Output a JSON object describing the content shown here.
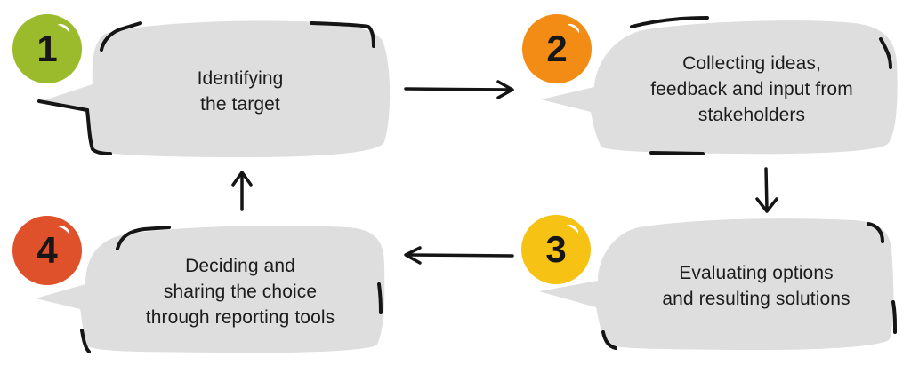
{
  "steps": [
    {
      "number": "1",
      "color": "#9bba2c",
      "lines": [
        "Identifying",
        "the target"
      ]
    },
    {
      "number": "2",
      "color": "#f28c14",
      "lines": [
        "Collecting ideas,",
        "feedback and input from",
        "stakeholders"
      ]
    },
    {
      "number": "3",
      "color": "#f6c214",
      "lines": [
        "Evaluating options",
        "and resulting solutions"
      ]
    },
    {
      "number": "4",
      "color": "#de512b",
      "lines": [
        "Deciding and",
        "sharing the choice",
        "through reporting tools"
      ]
    }
  ],
  "colors": {
    "bubble_fill": "#dedede",
    "outline": "#151515",
    "arrow": "#151515"
  }
}
